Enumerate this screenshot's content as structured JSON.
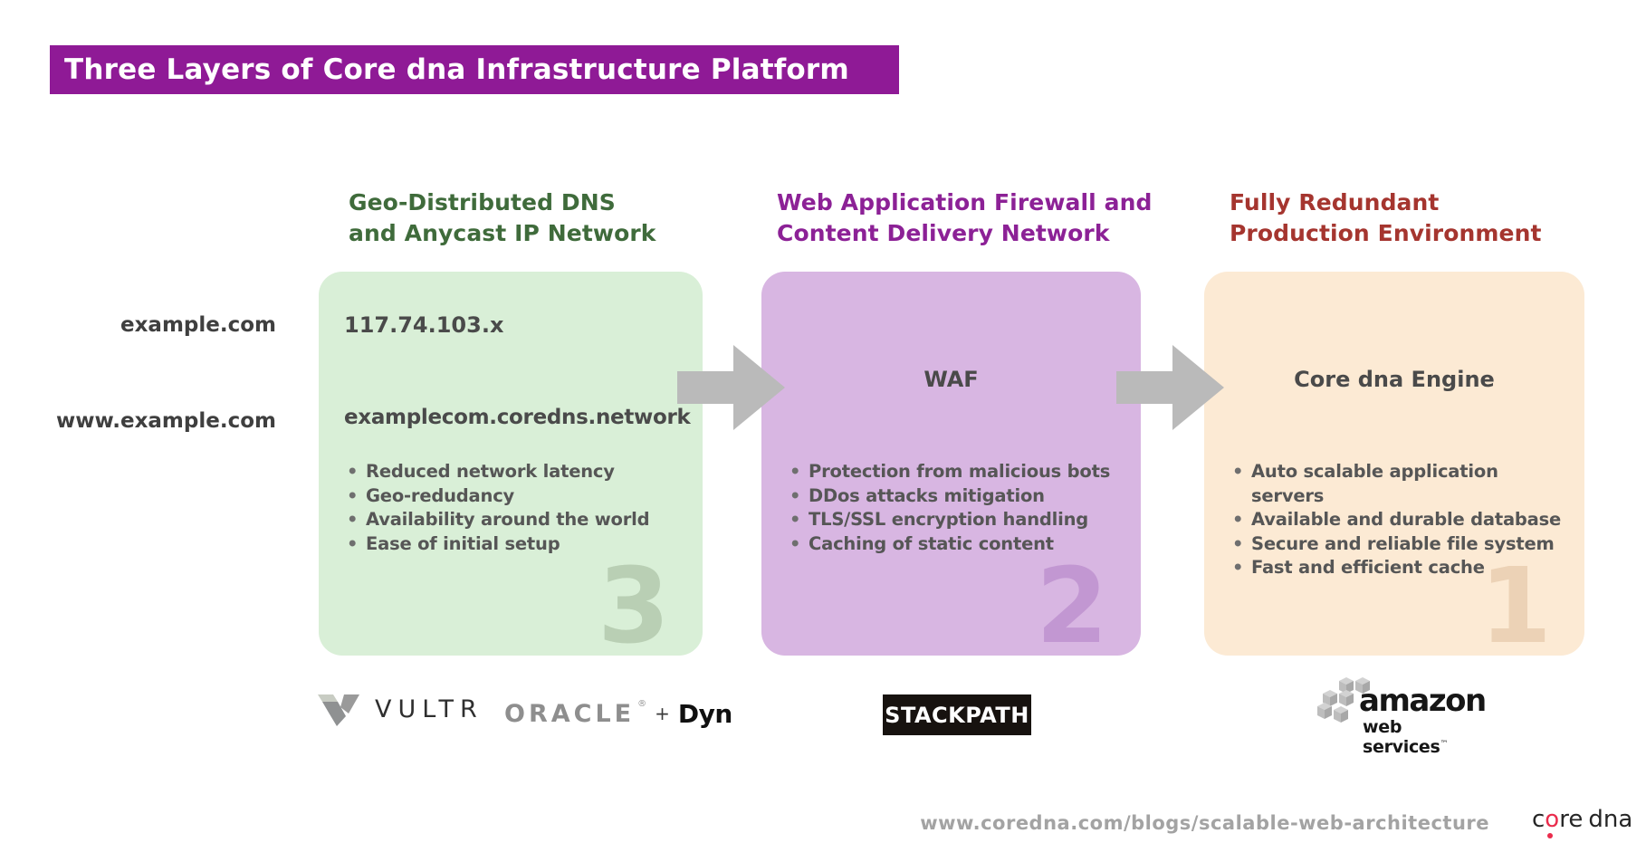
{
  "title": "Three Layers of Core dna Infrastructure Platform",
  "domain_labels": [
    "example.com",
    "www.example.com"
  ],
  "layers": [
    {
      "number": "3",
      "heading": "Geo-Distributed DNS and Anycast IP Network",
      "ip": "117.74.103.x",
      "dns": "examplecom.coredns.network",
      "bullets": [
        "Reduced network latency",
        "Geo-redudancy",
        "Availability around the world",
        "Ease of initial setup"
      ]
    },
    {
      "number": "2",
      "heading": "Web Application Firewall and Content Delivery Network",
      "box_title": "WAF",
      "bullets": [
        "Protection from malicious bots",
        "DDos attacks mitigation",
        "TLS/SSL encryption handling",
        "Caching of static content"
      ]
    },
    {
      "number": "1",
      "heading": "Fully Redundant Production Environment",
      "box_title": "Core dna Engine",
      "bullets": [
        "Auto scalable application servers",
        "Available and durable database",
        "Secure and reliable file system",
        "Fast and efficient cache"
      ]
    }
  ],
  "vendors": {
    "vultr": "VULTR",
    "oracle": "ORACLE",
    "oracle_reg": "®",
    "plus": "+",
    "dyn": "Dyn",
    "stackpath": "STACKPATH",
    "amazon": "amazon",
    "amazon_sub": "web services",
    "amazon_tm": "™"
  },
  "footer": {
    "url": "www.coredna.com/blogs/scalable-web-architecture",
    "brand": {
      "c": "c",
      "o": "o",
      "re": "re",
      "dna": "dna"
    }
  },
  "colors": {
    "banner": "#8f1a96",
    "heading_green": "#3f6b3b",
    "heading_purple": "#8c2196",
    "heading_red": "#a5352f",
    "box_green": "#d9efd7",
    "box_purple": "#d8b6e2",
    "box_peach": "#fcead4",
    "arrow_gray": "#bababa",
    "brand_red": "#ea2c4c"
  }
}
